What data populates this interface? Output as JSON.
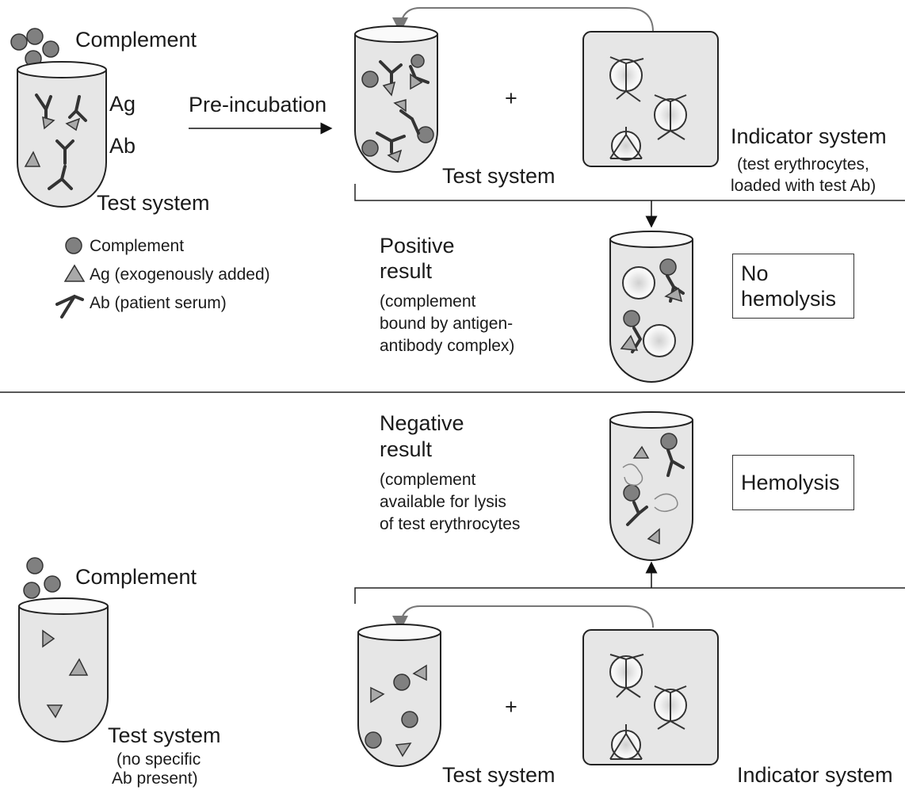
{
  "top": {
    "complement_label": "Complement",
    "ag_label": "Ag",
    "ab_label": "Ab",
    "preincubation_label": "Pre-incubation",
    "test_system_left": "Test system",
    "plus": "+",
    "test_system_mid": "Test system",
    "indicator_title": "Indicator system",
    "indicator_note_1": "(test erythrocytes,",
    "indicator_note_2": "loaded with test Ab)"
  },
  "legend": {
    "complement": "Complement",
    "ag": "Ag (exogenously added)",
    "ab": "Ab (patient serum)"
  },
  "positive": {
    "title_1": "Positive",
    "title_2": "result",
    "note_1": "(complement",
    "note_2": "bound by antigen-",
    "note_3": "antibody  complex)",
    "outcome_1": "No",
    "outcome_2": "hemolysis"
  },
  "negative": {
    "title_1": "Negative",
    "title_2": "result",
    "note_1": "(complement",
    "note_2": "available for lysis",
    "note_3": "of test erythrocytes",
    "outcome": "Hemolysis"
  },
  "bottom": {
    "complement_label": "Complement",
    "test_system_left": "Test system",
    "no_ab_1": "(no specific",
    "no_ab_2": "Ab present)",
    "plus": "+",
    "test_system_mid": "Test system",
    "indicator_title": "Indicator system"
  },
  "colors": {
    "tube_fill": "#e6e6e6",
    "complement_fill": "#808080",
    "antibody": "#333333",
    "line": "#222222"
  }
}
